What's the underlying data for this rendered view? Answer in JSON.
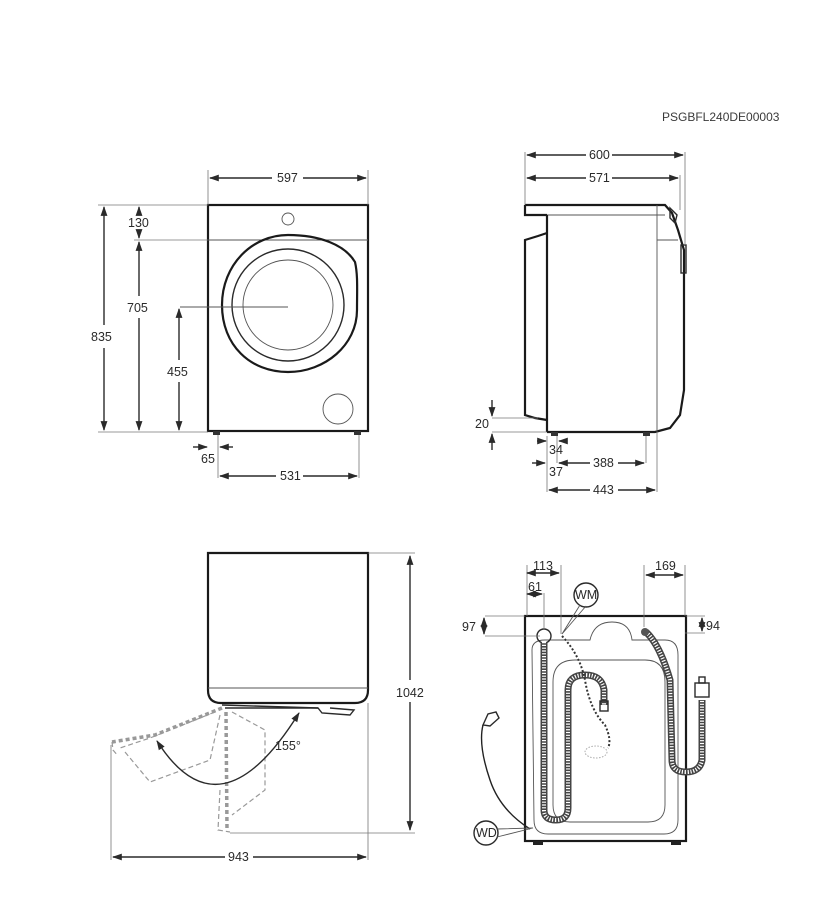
{
  "document": {
    "code": "PSGBFL240DE00003"
  },
  "front_view": {
    "width": "597",
    "height_total": "835",
    "top_panel": "130",
    "door_top_height": "705",
    "door_center_height": "455",
    "foot_offset": "65",
    "foot_span": "531"
  },
  "side_view": {
    "depth_total": "600",
    "depth_body": "571",
    "floor_clearance": "20",
    "foot_front_offset": "34",
    "foot_back_offset": "37",
    "foot_span": "388",
    "body_depth_base": "443"
  },
  "top_view": {
    "door_open_depth": "1042",
    "door_open_width": "943",
    "door_angle": "155°"
  },
  "rear_view": {
    "inlet_left_113": "113",
    "inlet_left_61": "61",
    "inlet_right": "169",
    "inlet_left_drop": "97",
    "inlet_right_drop": "94",
    "label_wm": "WM",
    "label_wd": "WD"
  }
}
